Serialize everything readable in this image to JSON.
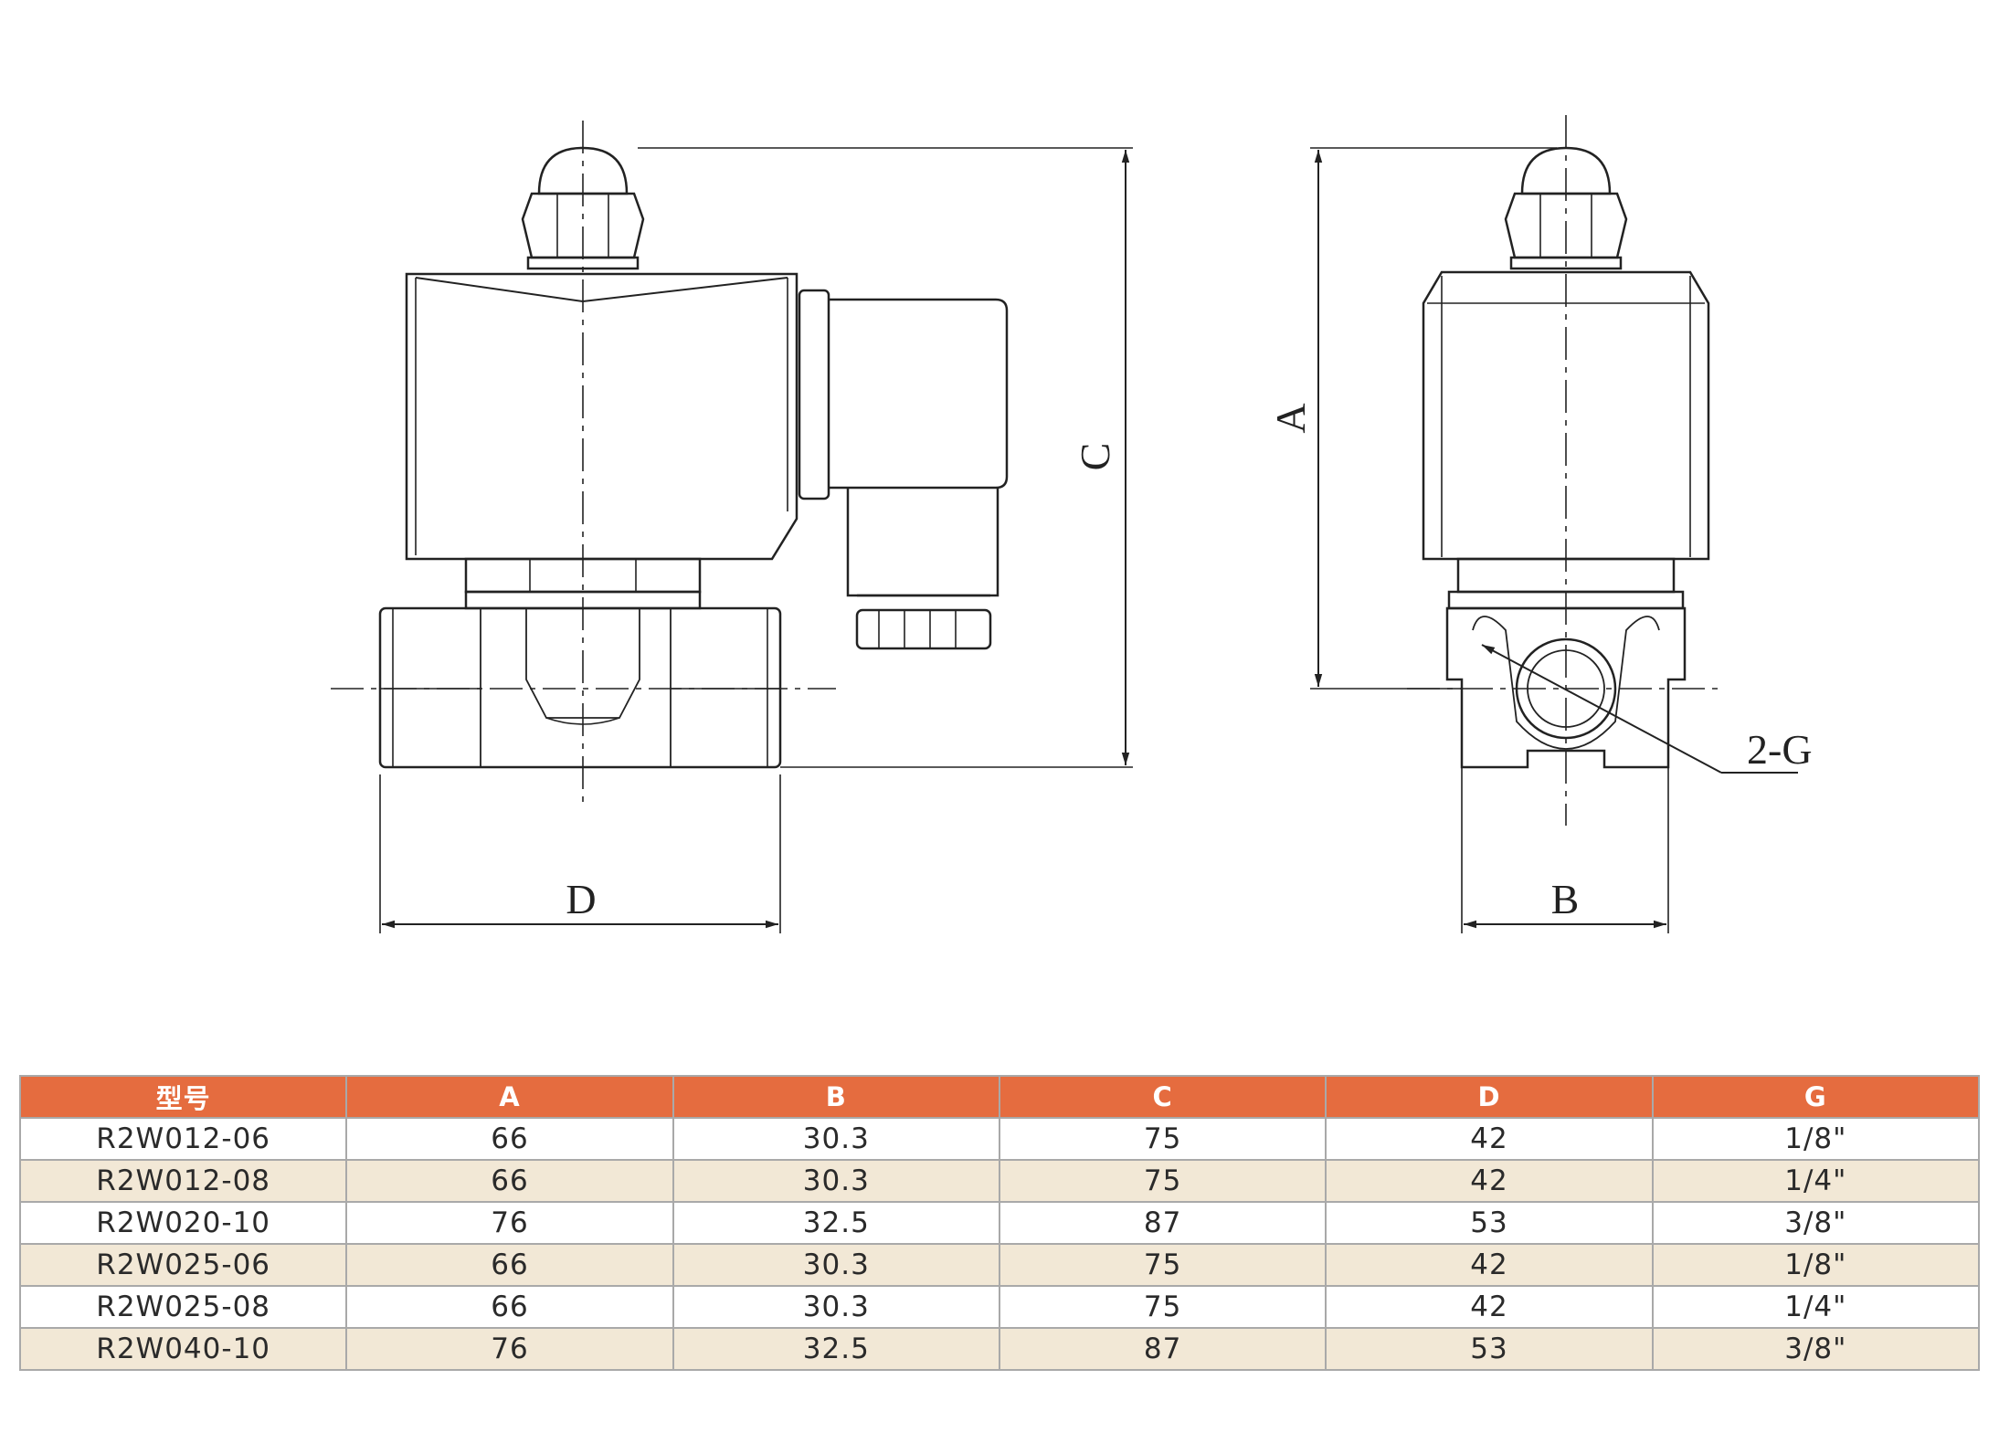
{
  "diagram": {
    "labels": {
      "A": "A",
      "B": "B",
      "C": "C",
      "D": "D",
      "G": "2-G"
    }
  },
  "table": {
    "headers": [
      "型号",
      "A",
      "B",
      "C",
      "D",
      "G"
    ],
    "rows": [
      [
        "R2W012-06",
        "66",
        "30.3",
        "75",
        "42",
        "1/8\""
      ],
      [
        "R2W012-08",
        "66",
        "30.3",
        "75",
        "42",
        "1/4\""
      ],
      [
        "R2W020-10",
        "76",
        "32.5",
        "87",
        "53",
        "3/8\""
      ],
      [
        "R2W025-06",
        "66",
        "30.3",
        "75",
        "42",
        "1/8\""
      ],
      [
        "R2W025-08",
        "66",
        "30.3",
        "75",
        "42",
        "1/4\""
      ],
      [
        "R2W040-10",
        "76",
        "32.5",
        "87",
        "53",
        "3/8\""
      ]
    ]
  },
  "colors": {
    "header_bg": "#e56c3f",
    "stripe_bg": "#f2e8d6",
    "line": "#222222"
  }
}
